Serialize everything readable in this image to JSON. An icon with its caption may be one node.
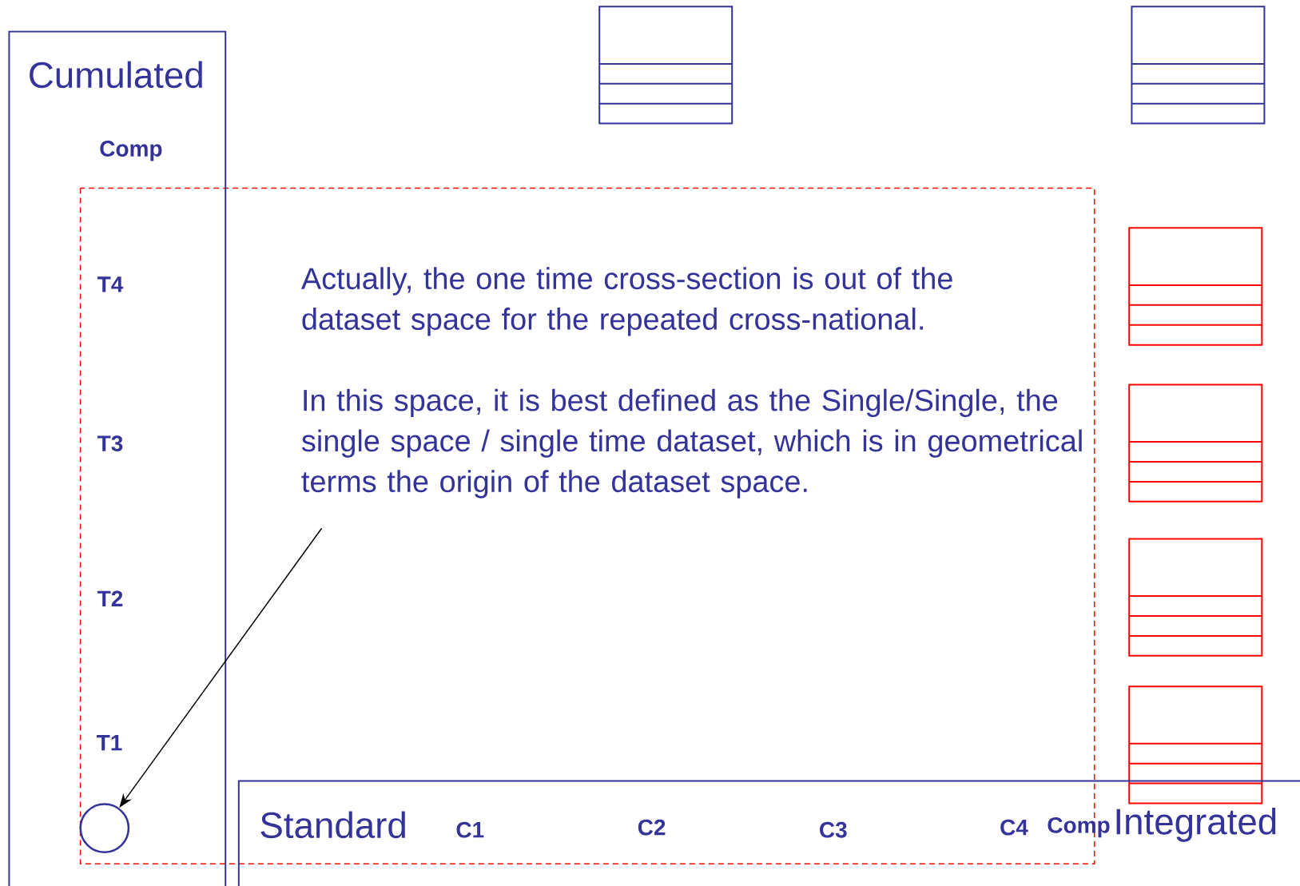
{
  "diagram": {
    "nodes": [
      {
        "text": [
          "Cumulated"
        ]
      },
      {
        "text": [
          "Standard",
          "Integrated"
        ]
      },
      {
        "text": [
          "Actually, the one time cross-section is out of the dataset space for the repeated cross-national.",
          "In this space, it is best defined as the Single/Single, the single space / single time dataset, which is in geometrical terms the origin of the dataset space."
        ]
      },
      {
        "text": [],
        "shape": "circle",
        "in": 0
      }
    ],
    "edges": [
      {
        "from": 2,
        "to": 3,
        "arrow": "to"
      }
    ],
    "labels": [
      "Comp",
      "T4",
      "T3",
      "T2",
      "T1",
      "C1",
      "C2",
      "C3",
      "C4",
      "Comp"
    ]
  }
}
